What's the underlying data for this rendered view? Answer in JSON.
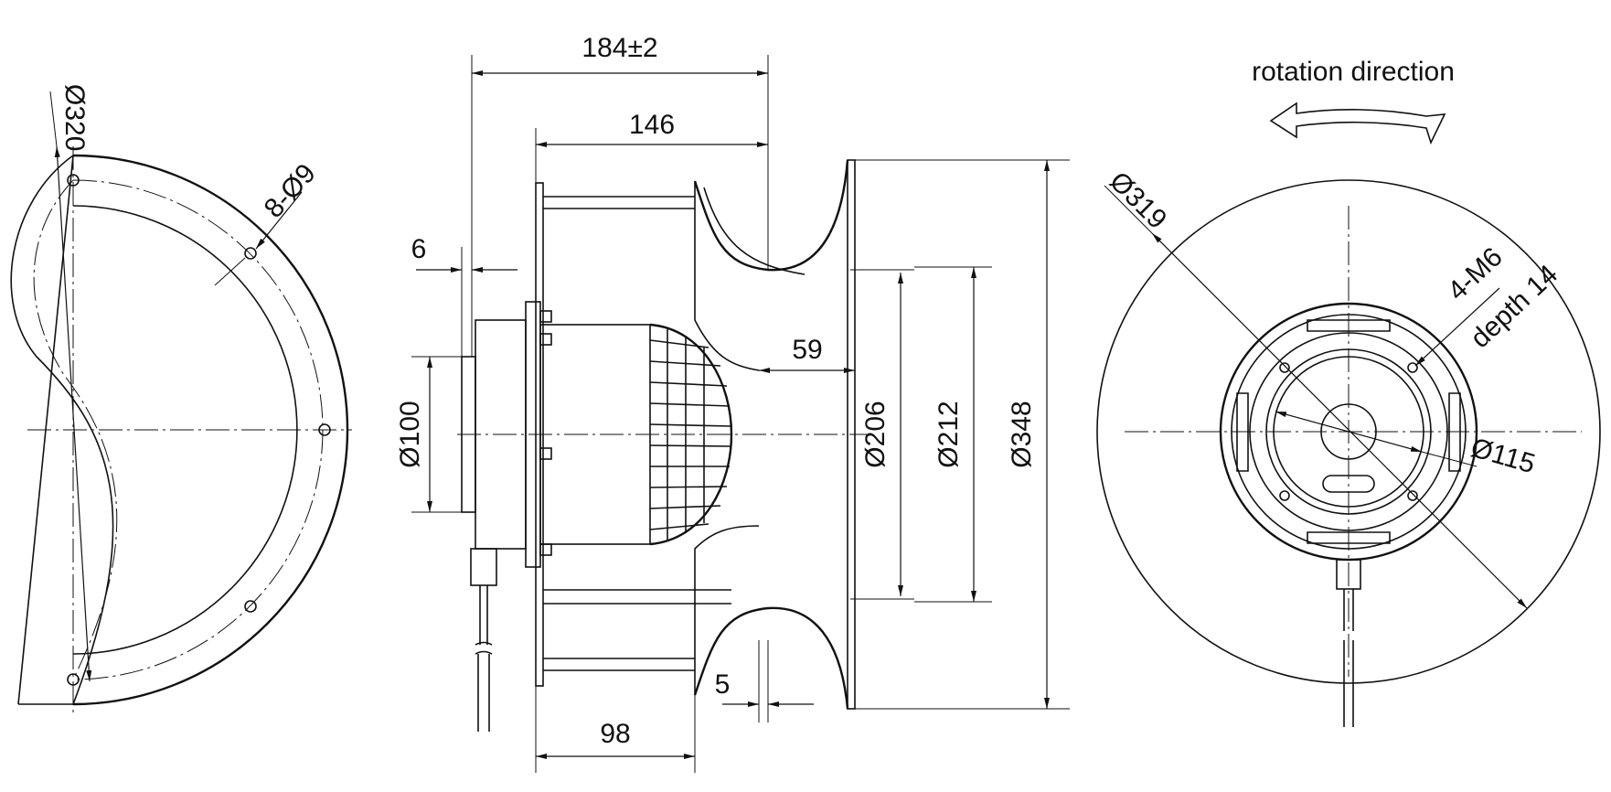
{
  "labels": {
    "overall_length": "184±2",
    "impeller_length": "146",
    "flange_thickness": "6",
    "motor_offset": "59",
    "inlet_offset": "5",
    "hub_length": "98",
    "shaft_diameter": "Ø100",
    "inlet_inner_diameter": "Ø206",
    "inlet_outer_diameter": "Ø212",
    "impeller_diameter": "Ø348",
    "bolt_circle": "Ø320",
    "mount_holes": "8-Ø9",
    "outer_circle": "Ø319",
    "threaded_holes": "4-M6",
    "thread_depth": "depth 14",
    "hub_circle": "Ø115",
    "rotation": "rotation direction"
  }
}
